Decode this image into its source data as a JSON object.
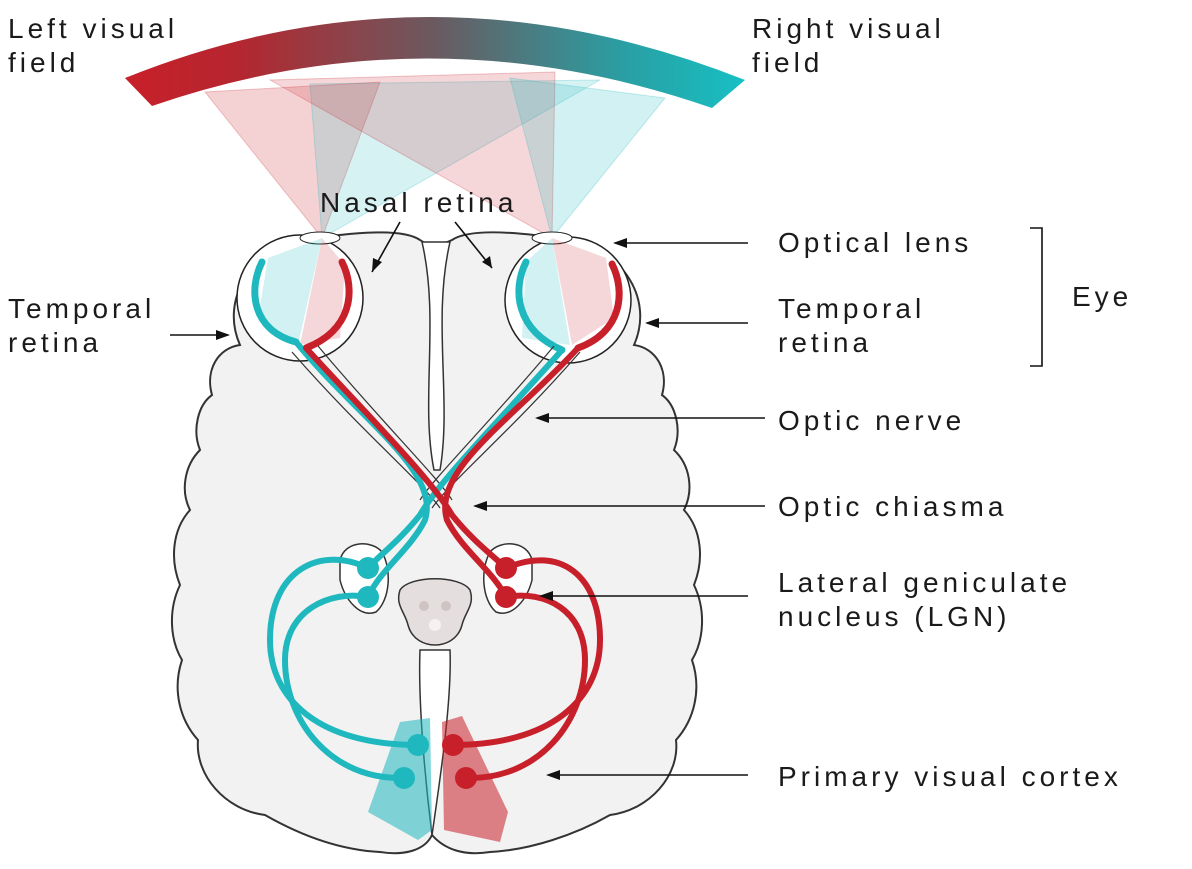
{
  "labels": {
    "left_visual_field": [
      "Left visual",
      "field"
    ],
    "right_visual_field": [
      "Right visual",
      "field"
    ],
    "nasal_retina": "Nasal retina",
    "temporal_retina_left": [
      "Temporal",
      "retina"
    ],
    "optical_lens": "Optical lens",
    "temporal_retina_right": [
      "Temporal",
      "retina"
    ],
    "eye": "Eye",
    "optic_nerve": "Optic nerve",
    "optic_chiasma": "Optic chiasma",
    "lgn": [
      "Lateral geniculate",
      "nucleus (LGN)"
    ],
    "primary_visual_cortex": "Primary visual cortex"
  },
  "colors": {
    "left_field": "#c8202a",
    "right_field": "#1fb8be",
    "brain_fill": "#f2f2f2",
    "outline": "#333333"
  }
}
